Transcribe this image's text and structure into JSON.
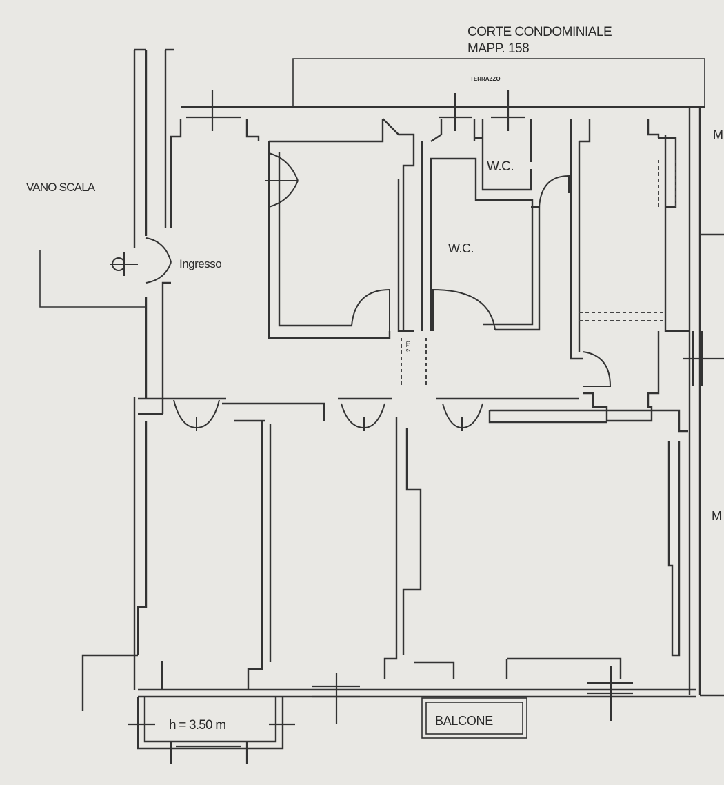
{
  "labels": {
    "court_line1": "CORTE CONDOMINIALE",
    "court_line2": "MAPP. 158",
    "terrace": "TERRAZZO",
    "stairwell": "VANO SCALA",
    "entrance": "Ingresso",
    "wc_small": "W.C.",
    "wc_large": "W.C.",
    "height": "h = 3.50 m",
    "balcony": "BALCONE",
    "right_edge_top": "M",
    "right_edge_bottom": "M",
    "corridor_dim": "2.70"
  },
  "colors": {
    "paper": "#e9e8e4",
    "ink": "#333333"
  }
}
